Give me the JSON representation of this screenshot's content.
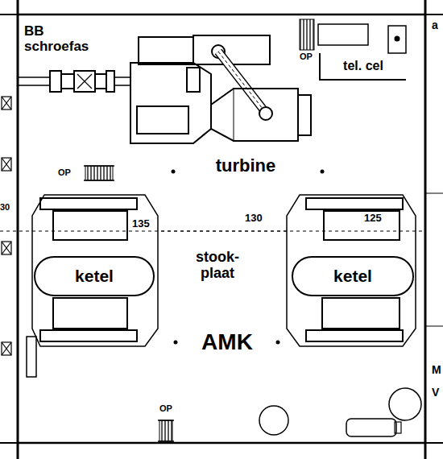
{
  "diagram": {
    "nodes": [
      {
        "text": [
          "tel. cel"
        ]
      },
      {
        "text": [
          "ketel"
        ]
      },
      {
        "text": [
          "ketel"
        ]
      }
    ],
    "labels": [
      "BB schroefas",
      "OP",
      "OP",
      "OP",
      "turbine",
      "135",
      "130",
      "125",
      "stook- plaat",
      "AMK",
      "30",
      "a",
      "M",
      "V"
    ]
  }
}
